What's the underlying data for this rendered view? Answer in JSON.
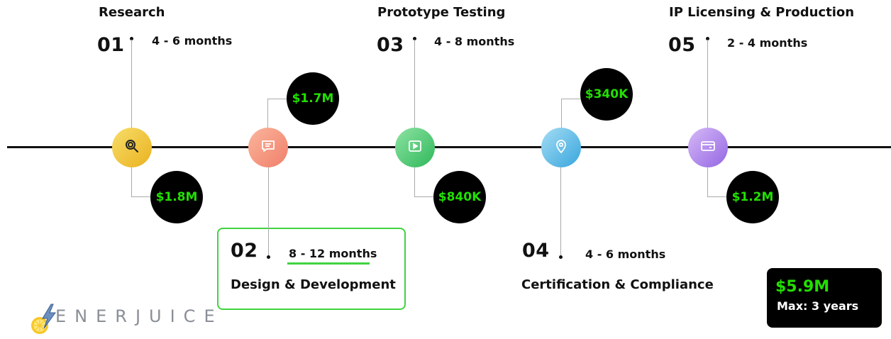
{
  "colors": {
    "money_text": "#22e000",
    "highlight": "#3fd43f",
    "timeline": "#111111"
  },
  "phases": [
    {
      "number": "01",
      "title": "Research",
      "duration": "4 - 6 months",
      "cost": "$1.8M",
      "icon": "search-icon",
      "color": "#f2c53d"
    },
    {
      "number": "02",
      "title": "Design & Development",
      "duration": "8 - 12 months",
      "cost": "$1.7M",
      "icon": "message-icon",
      "color": "#f5907a"
    },
    {
      "number": "03",
      "title": "Prototype Testing",
      "duration": "4 - 8 months",
      "cost": "$840K",
      "icon": "video-icon",
      "color": "#4ecb7a"
    },
    {
      "number": "04",
      "title": "Certification & Compliance",
      "duration": "4 - 6 months",
      "cost": "$340K",
      "icon": "location-pin-icon",
      "color": "#57b9e6"
    },
    {
      "number": "05",
      "title": "IP Licensing & Production",
      "duration": "2 - 4 months",
      "cost": "$1.2M",
      "icon": "credit-card-icon",
      "color": "#a77ae8"
    }
  ],
  "summary": {
    "total": "$5.9M",
    "duration": "Max: 3 years"
  },
  "brand": {
    "name": "ENERJUICE",
    "logo_icon": "lightning-lemon-icon"
  }
}
